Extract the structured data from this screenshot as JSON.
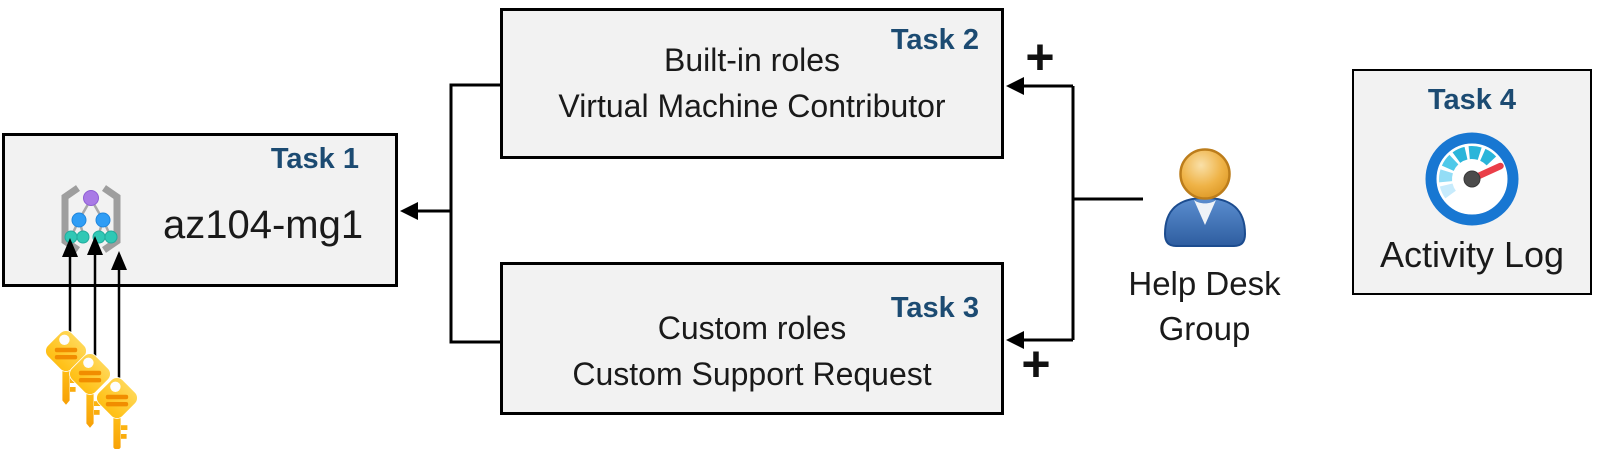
{
  "tasks": {
    "task1": {
      "label": "Task 1",
      "resource_name": "az104-mg1",
      "icon": "management-group"
    },
    "task2": {
      "label": "Task 2",
      "lines": [
        "Built-in roles",
        "Virtual Machine Contributor"
      ]
    },
    "task3": {
      "label": "Task 3",
      "lines": [
        "Custom roles",
        "Custom Support Request"
      ]
    },
    "task4": {
      "label": "Task 4",
      "caption": "Activity Log",
      "icon": "activity-log-gauge"
    }
  },
  "actor": {
    "lines": [
      "Help Desk",
      "Group"
    ],
    "icon": "help-desk-user"
  },
  "symbols": {
    "plus": "+"
  },
  "decorations": {
    "keys": "access-keys",
    "keys_count": 3
  },
  "colors": {
    "task_label": "#1c4b72",
    "box_fill": "#f2f2f2",
    "box_border": "#000000",
    "text": "#1a1a1a",
    "connector": "#000000",
    "key_gold": "#fdb913",
    "key_stripe": "#f18d00",
    "gauge_ring": "#1877d2",
    "gauge_segments": [
      "#c7ebfc",
      "#93ddf6",
      "#4fc9e9",
      "#2ab5da"
    ],
    "gauge_needle": "#ea3e48",
    "person_suit_blue": "#3a6cb0",
    "person_head_gold": "#eaa83c",
    "mg_root_purple": "#a97ae6",
    "mg_mid_blue": "#2f9df5",
    "mg_leaf_teal": "#2fc8b5",
    "mg_bracket_gray": "#9e9e9e"
  }
}
